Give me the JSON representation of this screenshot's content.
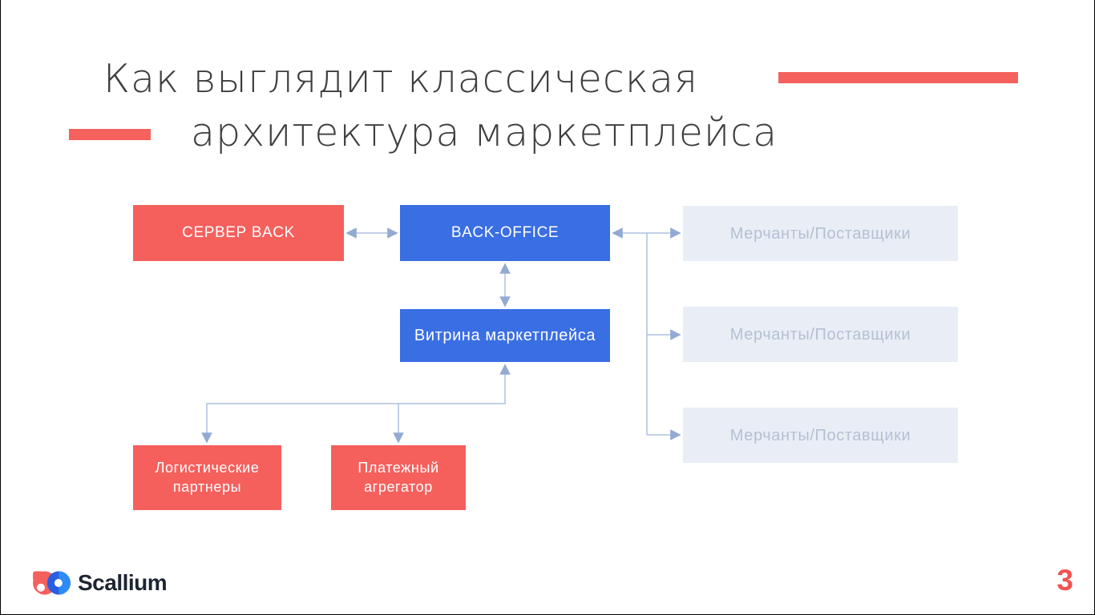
{
  "slide": {
    "title": {
      "line1": "Как выглядит классическая",
      "line2": "архитектура маркетплейса"
    },
    "page_number": "3"
  },
  "diagram": {
    "server_back": "СЕРВЕР BACK",
    "back_office": "BACK-OFFICE",
    "storefront": "Витрина маркетплейса",
    "merchants_top": "Мерчанты/Поставщики",
    "merchants_mid": "Мерчанты/Поставщики",
    "merchants_bottom": "Мерчанты/Поставщики",
    "logistics": "Логистические\nпартнеры",
    "payment": "Платежный\nагрегатор"
  },
  "footer": {
    "brand": "Scallium"
  },
  "colors": {
    "accent_red": "#f5615d",
    "primary_blue": "#3a6ee3",
    "muted_box_bg": "#e9eef6",
    "muted_box_text": "#b5c0d4",
    "connector_line": "#aec0e0",
    "arrowhead": "#93aad2",
    "title_text": "#3e3e3e"
  }
}
